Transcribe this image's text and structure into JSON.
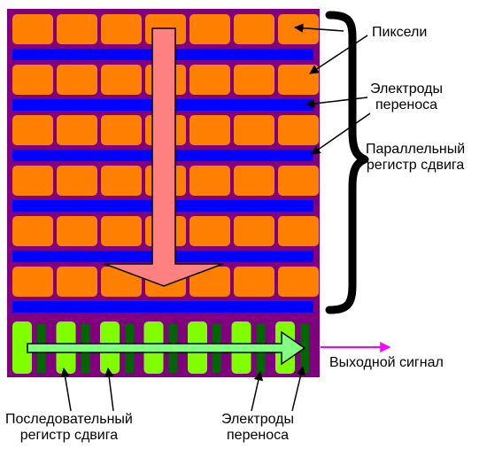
{
  "labels": {
    "pixels": "Пиксели",
    "transfer_electrodes_top": [
      "Электроды",
      "переноса"
    ],
    "parallel_register": [
      "Параллельный",
      "регистр сдвига"
    ],
    "output_signal": "Выходной сигнал",
    "serial_register": [
      "Последовательный",
      "регистр сдвига"
    ],
    "transfer_electrodes_bottom": [
      "Электроды",
      "переноса"
    ]
  },
  "colors": {
    "substrate": "#800080",
    "pixel": "#ff8000",
    "electrode": "#0000ff",
    "serial_pixel": "#80ff00",
    "serial_electrode": "#006600",
    "down_arrow": "#ff8080",
    "right_arrow": "#80ff80",
    "output_arrow": "#ff00ff"
  },
  "grid": {
    "columns": 7,
    "rows": 6,
    "serial_cells": 7
  }
}
